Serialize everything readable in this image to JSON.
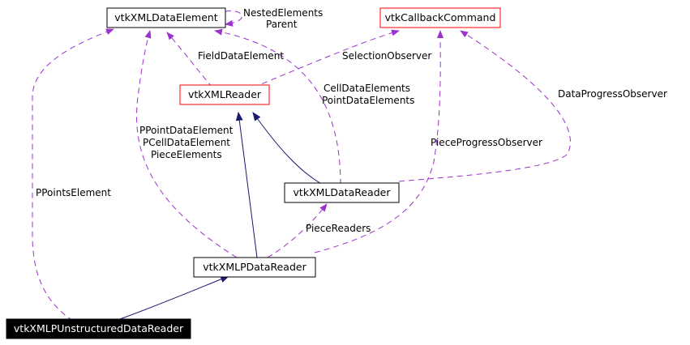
{
  "colors": {
    "inheritance": "#191970",
    "usage": "#9a32cd",
    "class_border": "#000000",
    "external_border": "#ff0000",
    "highlight_fill": "#000000"
  },
  "nodes": {
    "xml_data_element": "vtkXMLDataElement",
    "callback_command": "vtkCallbackCommand",
    "xml_reader": "vtkXMLReader",
    "xml_data_reader": "vtkXMLDataReader",
    "xml_p_data_reader": "vtkXMLPDataReader",
    "xml_p_unstructured_data_reader": "vtkXMLPUnstructuredDataReader"
  },
  "edge_labels": {
    "nested_elements": "NestedElements",
    "parent": "Parent",
    "field_data_element": "FieldDataElement",
    "selection_observer": "SelectionObserver",
    "cell_data_elements": "CellDataElements",
    "point_data_elements": "PointDataElements",
    "data_progress_observer": "DataProgressObserver",
    "p_point_data_element": "PPointDataElement",
    "p_cell_data_element": "PCellDataElement",
    "piece_elements": "PieceElements",
    "piece_progress_observer": "PieceProgressObserver",
    "p_points_element": "PPointsElement",
    "piece_readers": "PieceReaders"
  }
}
